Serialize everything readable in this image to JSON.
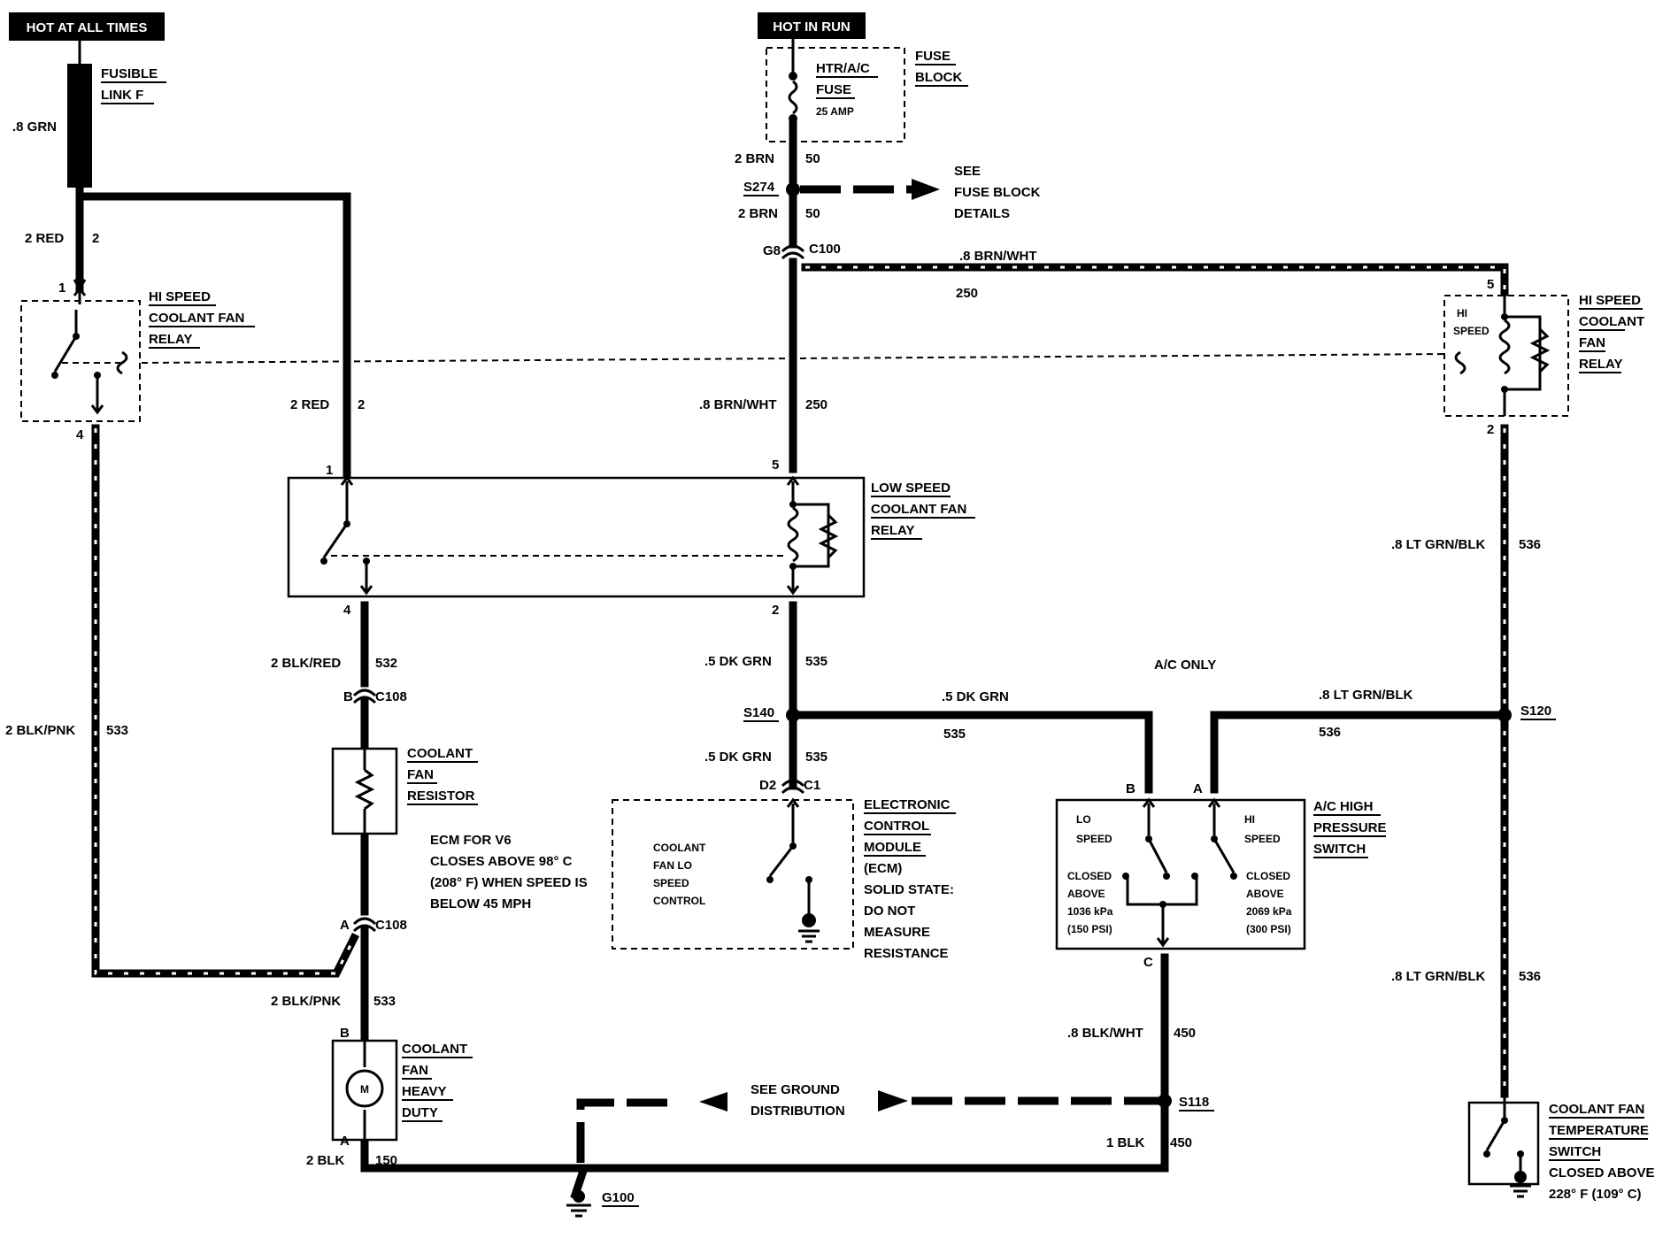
{
  "power": {
    "hot_at_all_times": "HOT AT ALL TIMES",
    "hot_in_run": "HOT IN RUN",
    "fusible_link": [
      "FUSIBLE",
      "LINK F"
    ],
    "fuse": [
      "HTR/A/C",
      "FUSE",
      "25 AMP"
    ],
    "fuse_block": [
      "FUSE",
      "BLOCK"
    ],
    "fuse_block_details": [
      "SEE",
      "FUSE BLOCK",
      "DETAILS"
    ]
  },
  "wires": {
    "grn_08": ".8 GRN",
    "red_2": "2 RED",
    "red_circuit": "2",
    "brn_2": "2 BRN",
    "brn_circuit": "50",
    "brnwht_08": ".8 BRN/WHT",
    "brnwht_circuit": "250",
    "blkred_2": "2 BLK/RED",
    "blkred_circuit": "532",
    "blkpnk_2": "2 BLK/PNK",
    "blkpnk_circuit": "533",
    "dkgrn_05": ".5 DK GRN",
    "dkgrn_circuit": "535",
    "ltgrnblk_08": ".8 LT GRN/BLK",
    "ltgrnblk_circuit": "536",
    "blkwht_08": ".8 BLK/WHT",
    "blkwht_circuit": "450",
    "blk_1": "1 BLK",
    "blk_1_circuit": "450",
    "blk_2": "2 BLK",
    "blk_2_circuit": "150"
  },
  "splices": {
    "s274": "S274",
    "s140": "S140",
    "s120": "S120",
    "s118": "S118"
  },
  "connectors": {
    "g8": "G8",
    "c100": "C100",
    "c108": "C108",
    "d2": "D2",
    "c1": "C1"
  },
  "pins": {
    "p1": "1",
    "p2": "2",
    "p4": "4",
    "p5": "5",
    "a": "A",
    "b": "B",
    "c": "C"
  },
  "components": {
    "hi_relay_left": [
      "HI SPEED",
      "COOLANT FAN",
      "RELAY"
    ],
    "low_relay": [
      "LOW SPEED",
      "COOLANT FAN",
      "RELAY"
    ],
    "hi_relay_right": [
      "HI SPEED",
      "COOLANT",
      "FAN",
      "RELAY"
    ],
    "hi_relay_right_coil": [
      "HI",
      "SPEED"
    ],
    "resistor": [
      "COOLANT",
      "FAN",
      "RESISTOR"
    ],
    "ecm_note": [
      "ECM FOR V6",
      "CLOSES ABOVE 98° C",
      "(208° F) WHEN SPEED IS",
      "BELOW 45 MPH"
    ],
    "ecm_inner": [
      "COOLANT",
      "FAN LO",
      "SPEED",
      "CONTROL"
    ],
    "ecm": [
      "ELECTRONIC",
      "CONTROL",
      "MODULE",
      "(ECM)",
      "SOLID STATE:",
      "DO NOT",
      "MEASURE",
      "RESISTANCE"
    ],
    "ac_only": "A/C ONLY",
    "ac_switch": [
      "A/C HIGH",
      "PRESSURE",
      "SWITCH"
    ],
    "ac_lo": [
      "LO",
      "SPEED"
    ],
    "ac_hi": [
      "HI",
      "SPEED"
    ],
    "ac_closed_lo": [
      "CLOSED",
      "ABOVE",
      "1036 kPa",
      "(150 PSI)"
    ],
    "ac_closed_hi": [
      "CLOSED",
      "ABOVE",
      "2069 kPa",
      "(300 PSI)"
    ],
    "motor": [
      "COOLANT",
      "FAN",
      "HEAVY",
      "DUTY"
    ],
    "motor_symbol": "M",
    "temp_switch": [
      "COOLANT FAN",
      "TEMPERATURE",
      "SWITCH",
      "CLOSED ABOVE",
      "228° F (109° C)"
    ],
    "ground_distribution": [
      "SEE GROUND",
      "DISTRIBUTION"
    ],
    "ground": "G100"
  }
}
